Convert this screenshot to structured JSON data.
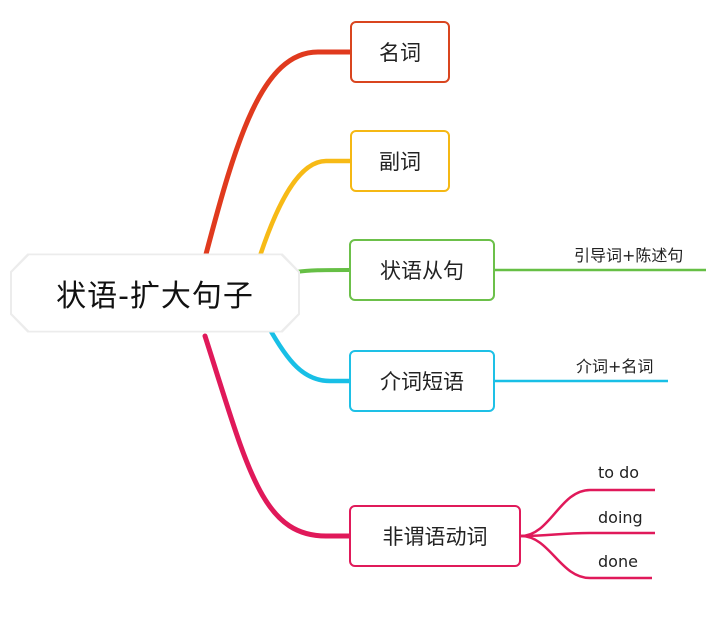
{
  "root": {
    "label": "状语-扩大句子"
  },
  "branches": [
    {
      "label": "名词",
      "color": "#d9451f"
    },
    {
      "label": "副词",
      "color": "#f5b814"
    },
    {
      "label": "状语从句",
      "color": "#6cc04a",
      "note": "引导词+陈述句"
    },
    {
      "label": "介词短语",
      "color": "#1ec0e6",
      "note": "介词+名词"
    },
    {
      "label": "非谓语动词",
      "color": "#e01a5a",
      "children": [
        "to do",
        "doing",
        "done"
      ]
    }
  ]
}
